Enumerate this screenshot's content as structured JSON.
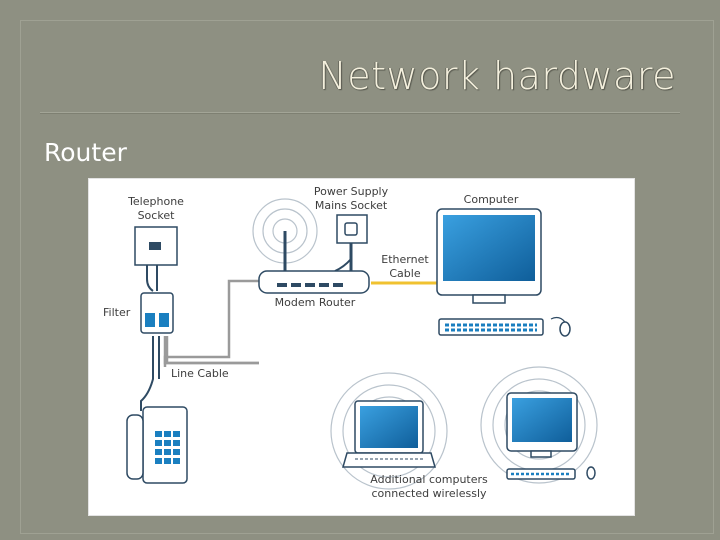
{
  "slide": {
    "title": "Network hardware",
    "subheading": "Router"
  },
  "diagram": {
    "labels": {
      "telephone_socket_1": "Telephone",
      "telephone_socket_2": "Socket",
      "power_supply_1": "Power Supply",
      "power_supply_2": "Mains Socket",
      "computer": "Computer",
      "ethernet_1": "Ethernet",
      "ethernet_2": "Cable",
      "filter": "Filter",
      "modem_router": "Modem Router",
      "line_cable": "Line Cable",
      "additional_1": "Additional computers",
      "additional_2": "connected wirelessly"
    },
    "colors": {
      "background": "#8e9082",
      "title": "#f4f0dd",
      "ethernet_cable": "#f0c230",
      "line_cable": "#9a9a9a",
      "screen": "#1a7fc0",
      "device_outline": "#2e4a63"
    },
    "icons": [
      "telephone-socket-icon",
      "power-socket-icon",
      "filter-icon",
      "modem-router-icon",
      "desktop-computer-icon",
      "keyboard-icon",
      "mouse-icon",
      "telephone-icon",
      "laptop-icon",
      "wireless-signal-icon"
    ]
  }
}
